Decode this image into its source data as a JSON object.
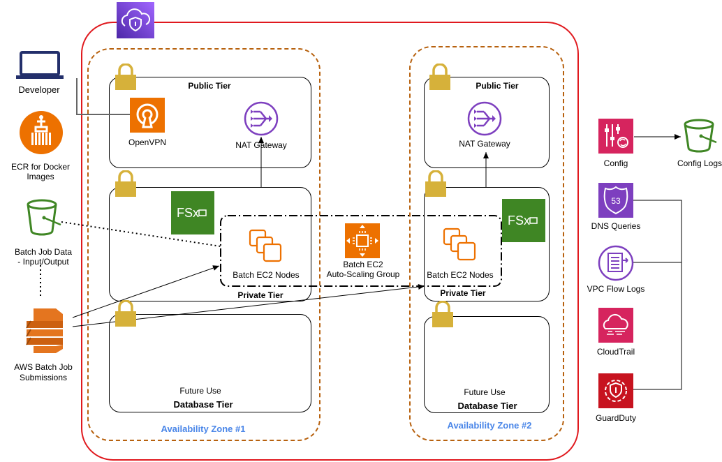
{
  "left": {
    "developer": "Developer",
    "ecr_line1": "ECR for Docker",
    "ecr_line2": "Images",
    "batch_data_line1": "Batch Job Data",
    "batch_data_line2": "- Input/Output",
    "batch_sub_line1": "AWS Batch Job",
    "batch_sub_line2": "Submissions"
  },
  "az1": {
    "name": "Availability Zone #1",
    "public_tier": "Public  Tier",
    "openvpn": "OpenVPN",
    "nat": "NAT Gateway",
    "batch_nodes": "Batch EC2 Nodes",
    "private_tier": "Private Tier",
    "future": "Future Use",
    "db_tier": "Database Tier"
  },
  "az2": {
    "name": "Availability Zone #2",
    "public_tier": "Public Tier",
    "nat": "NAT Gateway",
    "batch_nodes": "Batch EC2 Nodes",
    "private_tier": "Private Tier",
    "future": "Future Use",
    "db_tier": "Database Tier"
  },
  "asg_line1": "Batch EC2",
  "asg_line2": "Auto-Scaling Group",
  "fsx_label": "FSx",
  "right": {
    "config": "Config",
    "config_logs": "Config Logs",
    "dns": "DNS Queries",
    "dns_badge": "53",
    "flow": "VPC Flow Logs",
    "cloudtrail": "CloudTrail",
    "guardduty": "GuardDuty"
  },
  "colors": {
    "vpc_border": "#e0191e",
    "az_border": "#b7610e",
    "orange": "#ed7100",
    "purple": "#7d3fbf",
    "green": "#3f8624",
    "pink": "#d6245e",
    "red": "#c7131f",
    "lock": "#d6b13a",
    "az_text": "#4a86e8"
  }
}
